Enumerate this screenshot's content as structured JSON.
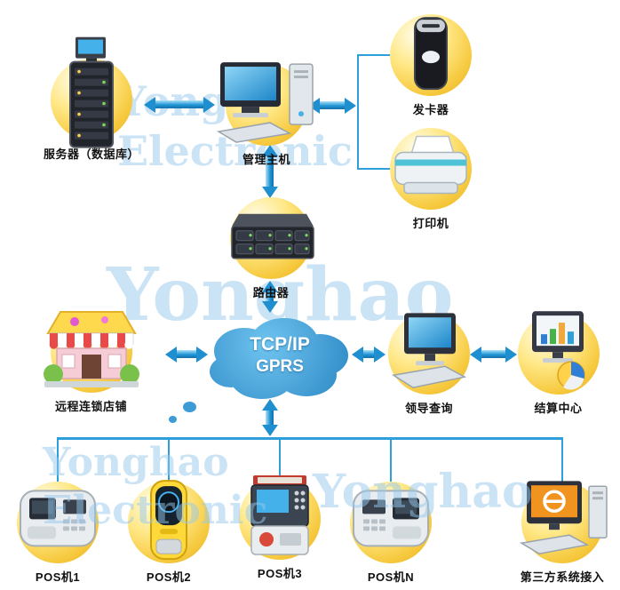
{
  "cloud": {
    "line1": "TCP/IP",
    "line2": "GPRS"
  },
  "nodes": {
    "server": {
      "label": "服务器（数据库）"
    },
    "host": {
      "label": "管理主机"
    },
    "card_issuer": {
      "label": "发卡器"
    },
    "printer": {
      "label": "打印机"
    },
    "router": {
      "label": "路由器"
    },
    "store": {
      "label": "远程连锁店铺"
    },
    "leader_query": {
      "label": "领导查询"
    },
    "settlement_center": {
      "label": "结算中心"
    },
    "pos_1": {
      "label": "POS机1"
    },
    "pos_2": {
      "label": "POS机2"
    },
    "pos_3": {
      "label": "POS机3"
    },
    "pos_n": {
      "label": "POS机N"
    },
    "third_party": {
      "label": "第三方系统接入"
    }
  },
  "watermark": {
    "word1": "Yonghao",
    "word2": "Electronic"
  },
  "colors": {
    "arrow_blue": "#1f8fd0",
    "badge_gold": "#f6c93e",
    "cloud_blue": "#3d9bd5",
    "watermark_blue": "#bcdcf2"
  }
}
